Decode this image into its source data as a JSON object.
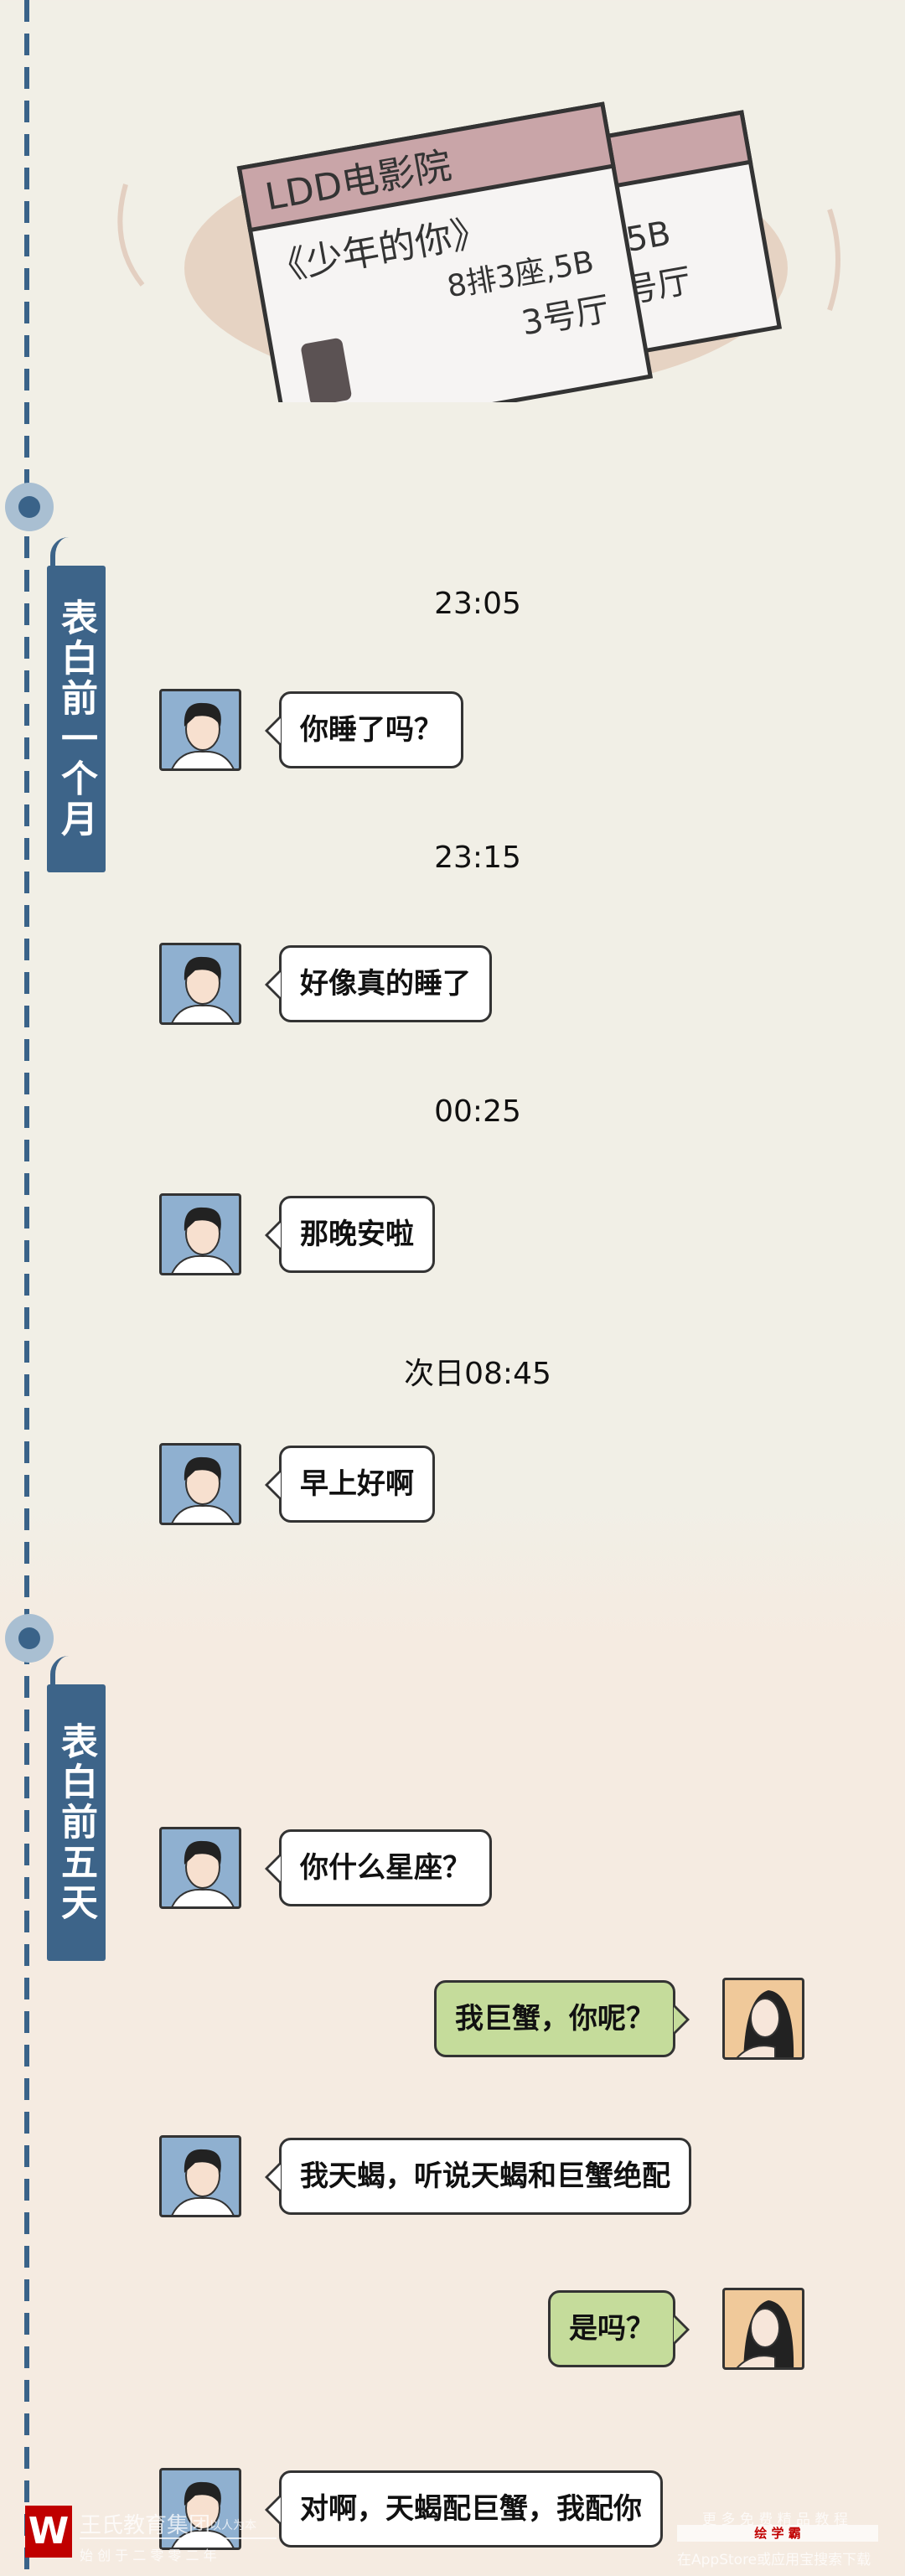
{
  "illustration": {
    "cinema": "LDD电影院",
    "movie": "《少年的你》",
    "seat": "8排3座,5B",
    "seat_back": "4座,5B",
    "hall": "3号厅",
    "ticket_header_color": "#c9a5a8"
  },
  "sections": [
    {
      "label": "表白前一个月"
    },
    {
      "label": "表白前五天"
    }
  ],
  "times": [
    "23:05",
    "23:15",
    "00:25",
    "次日08:45"
  ],
  "messages": [
    {
      "sender": "boy",
      "text": "你睡了吗？"
    },
    {
      "sender": "boy",
      "text": "好像真的睡了"
    },
    {
      "sender": "boy",
      "text": "那晚安啦"
    },
    {
      "sender": "boy",
      "text": "早上好啊"
    },
    {
      "sender": "boy",
      "text": "你什么星座？"
    },
    {
      "sender": "girl",
      "text": "我巨蟹，你呢？"
    },
    {
      "sender": "boy",
      "text": "我天蝎，听说天蝎和巨蟹绝配"
    },
    {
      "sender": "girl",
      "text": "是吗？"
    },
    {
      "sender": "boy",
      "text": "对啊，天蝎配巨蟹，我配你"
    }
  ],
  "watermark": {
    "left_title": "王氏教育集团",
    "left_motto": "以人为本",
    "left_sub": "始 创 于 二 零 零 二 年",
    "right_top": "更 多 免 费 精 品 教 程",
    "right_brand": "绘 学 霸",
    "right_bottom": "在AppStore或应用宝搜索下载"
  },
  "colors": {
    "accent": "#3d6489",
    "girl_bubble": "#c5dc9b",
    "brand_red": "#c00000"
  }
}
